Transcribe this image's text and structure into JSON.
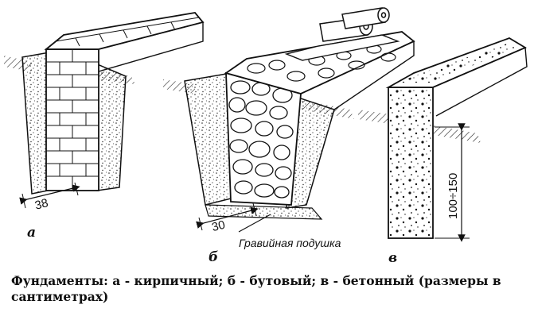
{
  "figures": {
    "a": {
      "label": "а",
      "width_label": "38"
    },
    "b": {
      "label": "б",
      "width_label": "30",
      "callout": "Гравийная подушка"
    },
    "v": {
      "label": "в",
      "height_label": "100÷150"
    }
  },
  "caption": "Фундаменты: а - кирпичный; б - бутовый; в - бетонный (размеры в сантиметрах)",
  "colors": {
    "ink": "#111111",
    "paper": "#ffffff"
  }
}
